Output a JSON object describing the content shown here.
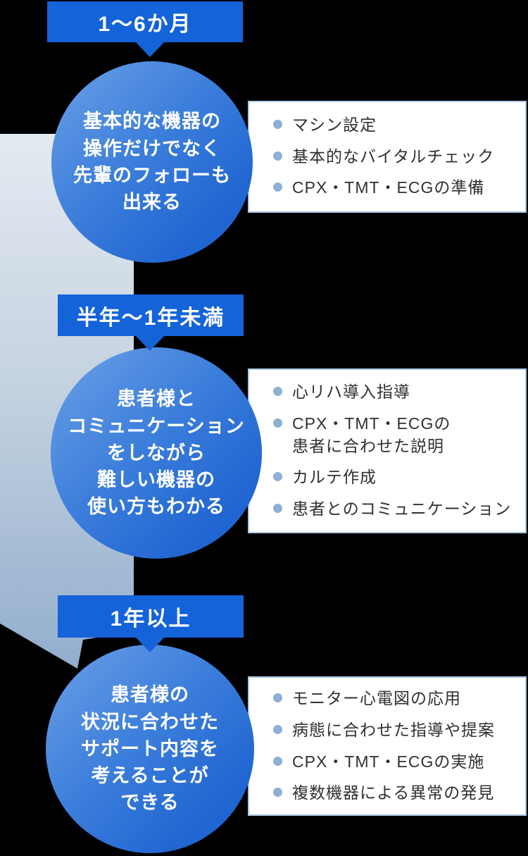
{
  "title": "career-growth-timeline",
  "colors": {
    "background": "#000000",
    "badge_blue": "#1463d9",
    "circle_gradient_light": "#6ba0e6",
    "circle_gradient_dark": "#1d61cc",
    "arrow_gradient_top": "#e4eaf1",
    "arrow_gradient_bottom": "#92aecd",
    "bullet_dot": "#8fafd4",
    "box_border": "#abc8e5",
    "box_text": "#303030"
  },
  "stages": [
    {
      "badge": "1〜6か月",
      "circle_lines": [
        "基本的な機器の",
        "操作だけでなく",
        "先輩のフォローも",
        "出来る"
      ],
      "items": [
        {
          "lines": [
            "マシン設定",
            ""
          ]
        },
        {
          "lines": [
            "基本的なバイタルチェック",
            ""
          ]
        },
        {
          "lines": [
            "CPX・TMT・ECGの準備",
            ""
          ]
        }
      ]
    },
    {
      "badge": "半年〜1年未満",
      "circle_lines": [
        "患者様と",
        "コミュニケーション",
        "をしながら",
        "難しい機器の",
        "使い方もわかる"
      ],
      "items": [
        {
          "lines": [
            "心リハ導入指導",
            ""
          ]
        },
        {
          "lines": [
            "CPX・TMT・ECGの",
            "患者に合わせた説明"
          ]
        },
        {
          "lines": [
            "カルテ作成",
            ""
          ]
        },
        {
          "lines": [
            "患者とのコミュニケーション",
            ""
          ]
        }
      ]
    },
    {
      "badge": "1年以上",
      "circle_lines": [
        "患者様の",
        "状況に合わせた",
        "サポート内容を",
        "考えることが",
        "できる"
      ],
      "items": [
        {
          "lines": [
            "モニター心電図の応用",
            ""
          ]
        },
        {
          "lines": [
            "病態に合わせた指導や提案",
            ""
          ]
        },
        {
          "lines": [
            "CPX・TMT・ECGの実施",
            ""
          ]
        },
        {
          "lines": [
            "複数機器による異常の発見",
            ""
          ]
        }
      ]
    }
  ]
}
